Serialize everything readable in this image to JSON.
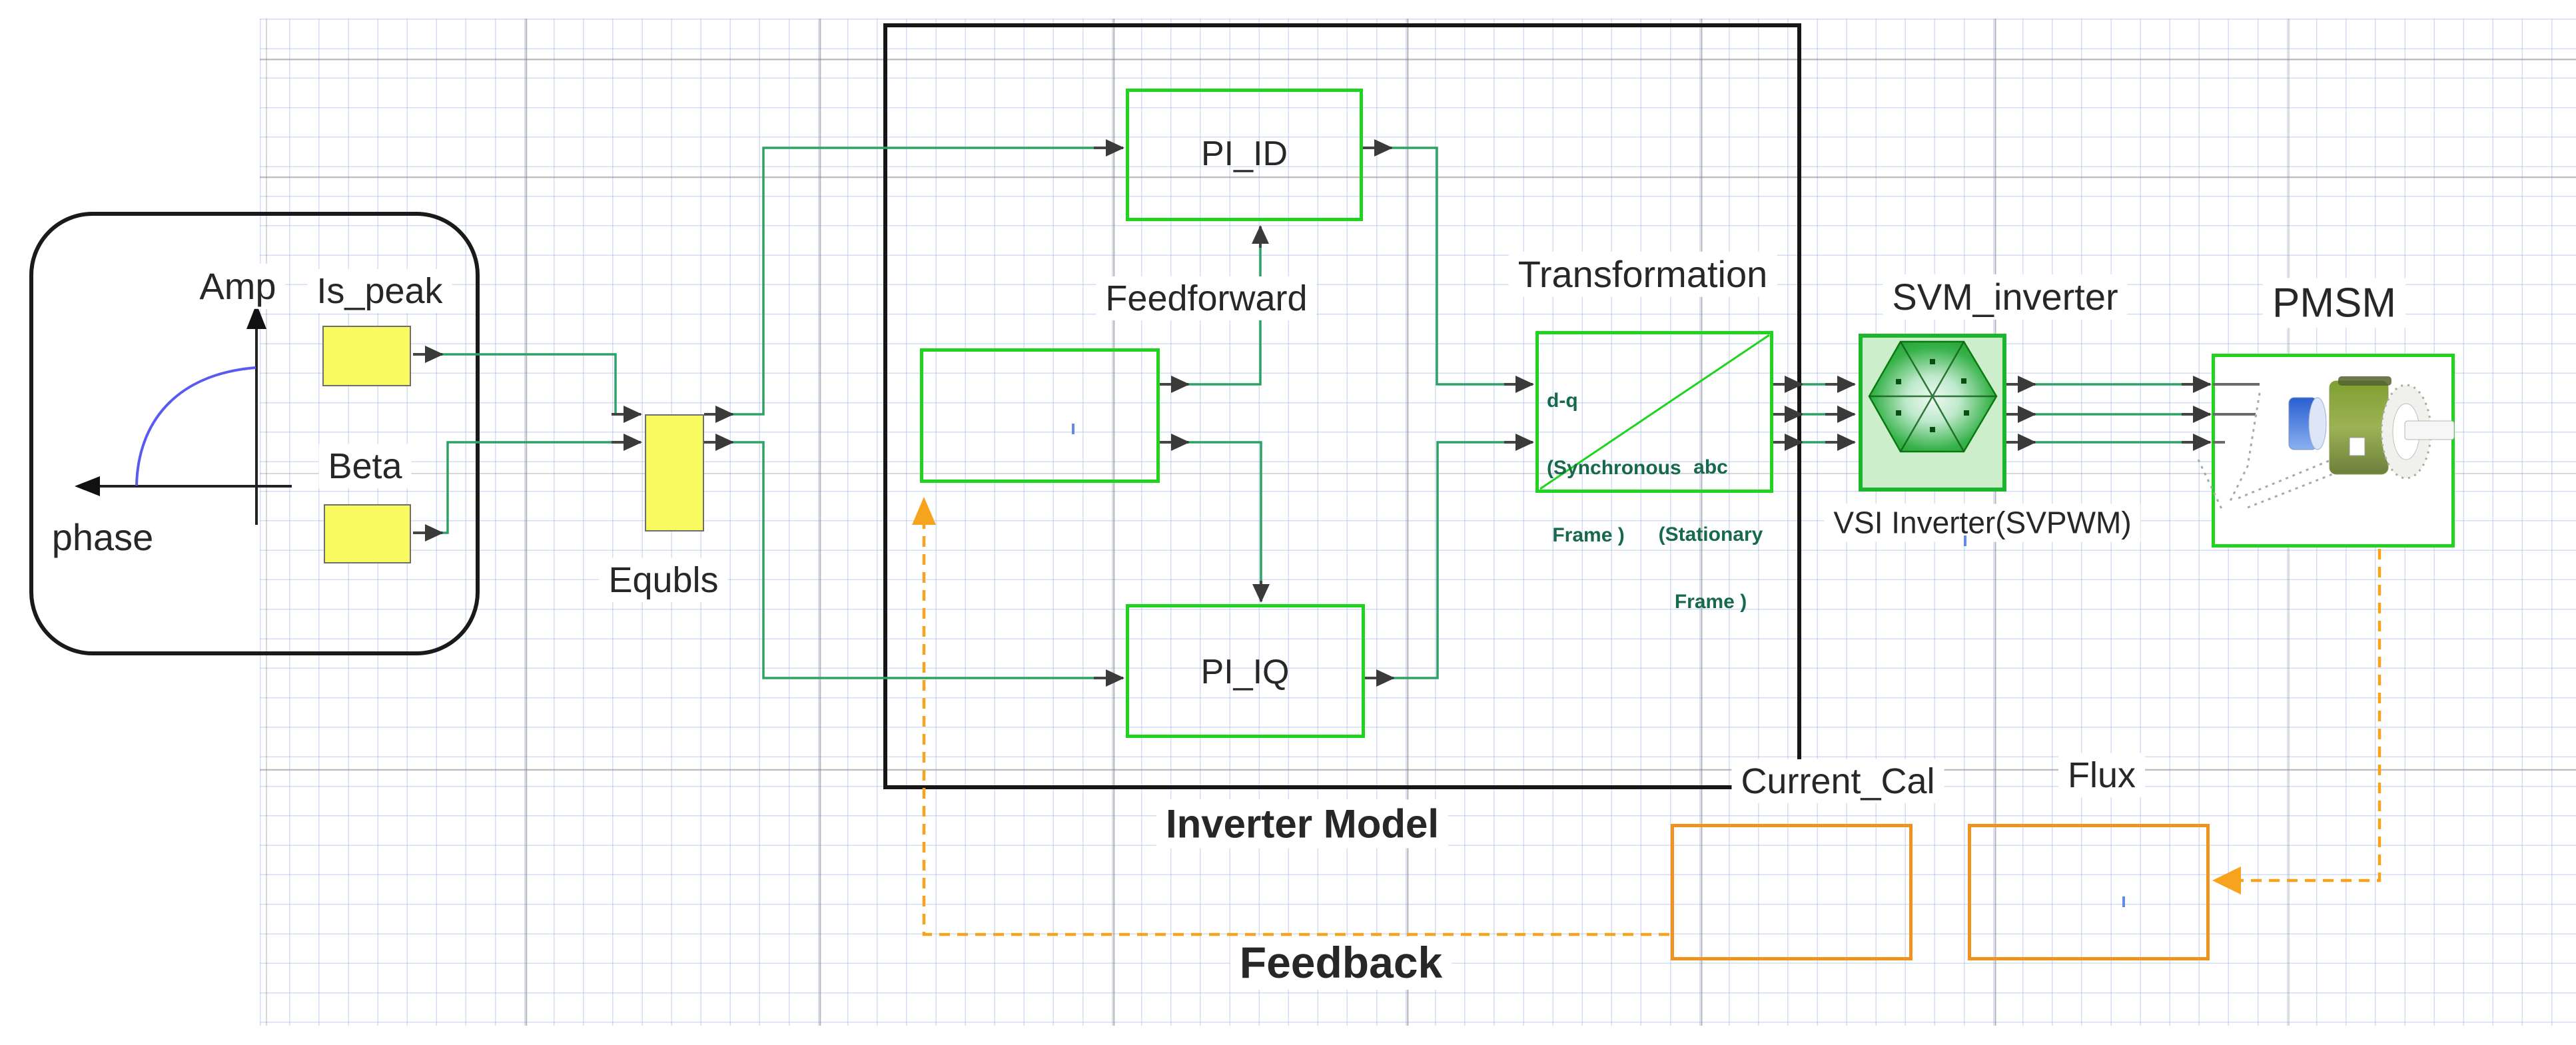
{
  "diagram": {
    "source_panel": {
      "y_axis_label": "Amp",
      "x_axis_label": "phase"
    },
    "blocks": {
      "is_peak": {
        "label": "Is_peak"
      },
      "beta": {
        "label": "Beta"
      },
      "equbls": {
        "label": "Equbls"
      },
      "pi_id": {
        "label": "PI_ID"
      },
      "feedforward": {
        "label": "Feedforward"
      },
      "pi_iq": {
        "label": "PI_IQ"
      },
      "inverter_model": {
        "label": "Inverter Model"
      },
      "transformation": {
        "label": "Transformation",
        "dq_line1": "d-q",
        "dq_line2": "(Synchronous",
        "dq_line3": " Frame )",
        "abc_line1": "abc",
        "abc_line2": "(Stationary",
        "abc_line3": "Frame )"
      },
      "svm_inverter": {
        "label": "SVM_inverter",
        "caption": "VSI Inverter(SVPWM)"
      },
      "pmsm": {
        "label": "PMSM"
      },
      "current_cal": {
        "label": "Current_Cal"
      },
      "flux": {
        "label": "Flux"
      }
    },
    "feedback_label": "Feedback",
    "colors": {
      "wire_green": "#2da266",
      "block_green": "#1fd31f",
      "svm_fill": "#cdeecb",
      "svm_border": "#1db52d",
      "yellow_fill": "#f9f960",
      "yellow_border": "#6e6e6e",
      "orange": "#f6a41d",
      "orange_box": "#f0921e",
      "curve_blue": "#5a5af0",
      "frame_green_text": "#17694d",
      "label_color": "#272727"
    }
  }
}
